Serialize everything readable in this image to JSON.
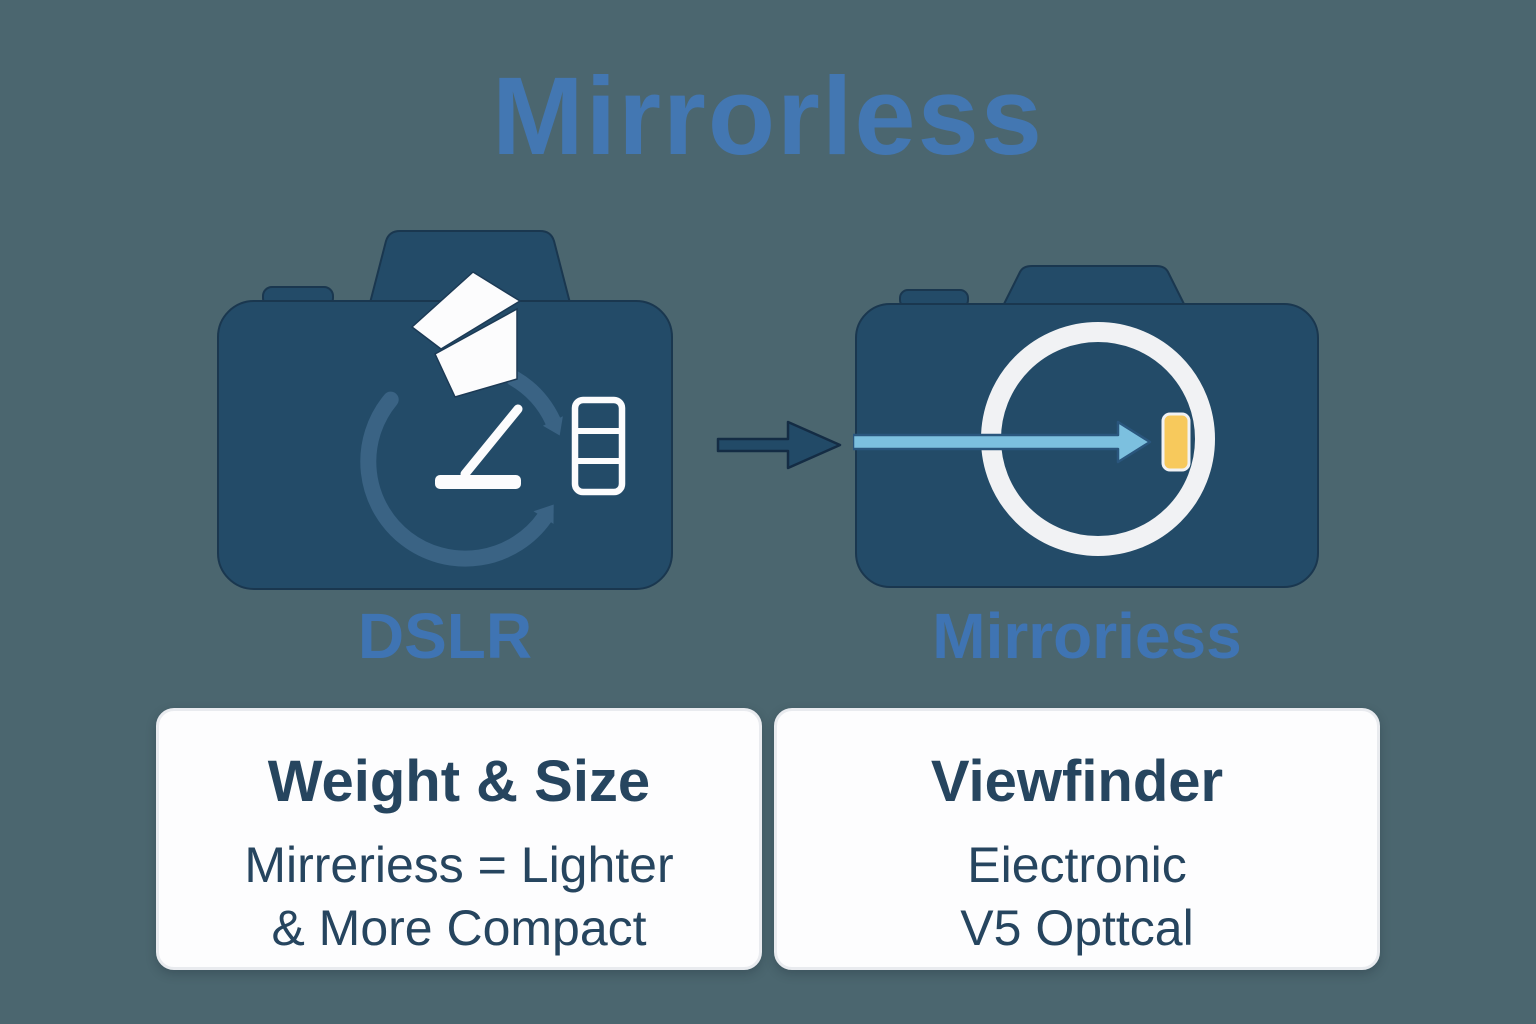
{
  "title": "Mirrorless",
  "cameras": {
    "dslr": {
      "label": "DSLR"
    },
    "mirrorless": {
      "label": "Mirroriess"
    }
  },
  "cards": {
    "weight_size": {
      "heading": "Weight & Size",
      "lines": [
        "Mirreriess = Lighter",
        "& More Compact"
      ]
    },
    "viewfinder": {
      "heading": "Viewfinder",
      "lines": [
        "Eiectronic",
        "V5 Opttcal"
      ]
    }
  },
  "icons": {
    "dslr_camera": "camera body with pentaprism, reflex mirror, rotation arrow and sensor",
    "mirrorless_camera": "camera body with lens ring, straight light-path arrow and sensor",
    "transition_arrow": "right arrow between cameras"
  },
  "colors": {
    "background": "#4b666f",
    "camera_body": "#234b68",
    "camera_outline": "#1a374f",
    "title_blue": "#4377b2",
    "label_blue": "#3f74b3",
    "cycle_arrow": "#3a6384",
    "light_path_blue": "#7cc0df",
    "sensor_yellow": "#f7c95c",
    "lens_ring_white": "#f1f2f4",
    "card_background": "#fdfdfe",
    "card_text_navy": "#26455f"
  }
}
